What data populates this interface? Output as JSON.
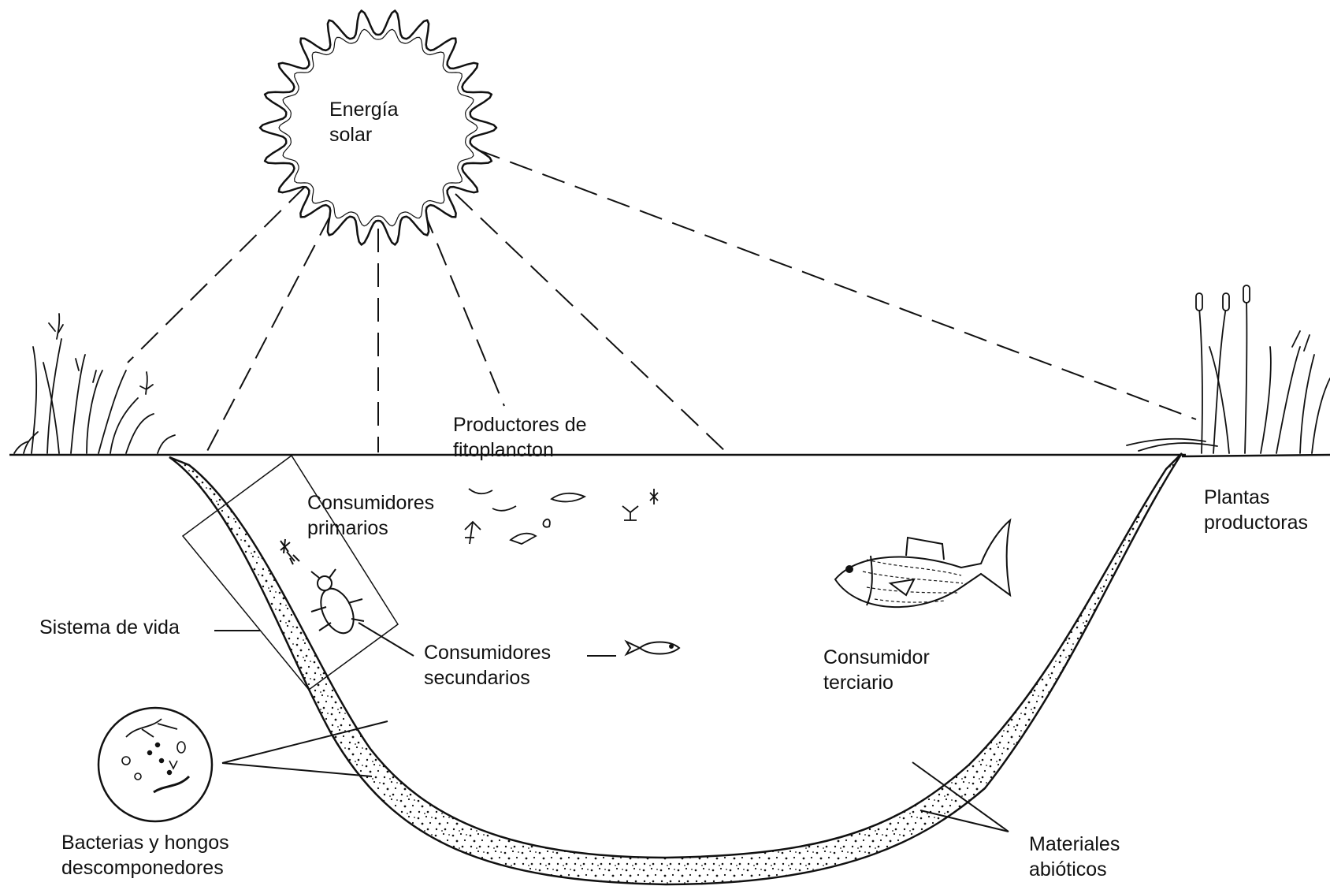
{
  "sun": {
    "line1": "Energía",
    "line2": "solar"
  },
  "labels": {
    "phytoplankton": {
      "line1": "Productores de",
      "line2": "fitoplancton"
    },
    "primary": {
      "line1": "Consumidores",
      "line2": "primarios"
    },
    "life_system": "Sistema de vida",
    "secondary": {
      "line1": "Consumidores",
      "line2": "secundarios"
    },
    "tertiary": {
      "line1": "Consumidor",
      "line2": "terciario"
    },
    "plants": {
      "line1": "Plantas",
      "line2": "productoras"
    },
    "decomposers": {
      "line1": "Bacterias y hongos",
      "line2": "descomponedores"
    },
    "abiotic": {
      "line1": "Materiales",
      "line2": "abióticos"
    }
  },
  "colors": {
    "ink": "#111111",
    "paper": "#ffffff"
  }
}
